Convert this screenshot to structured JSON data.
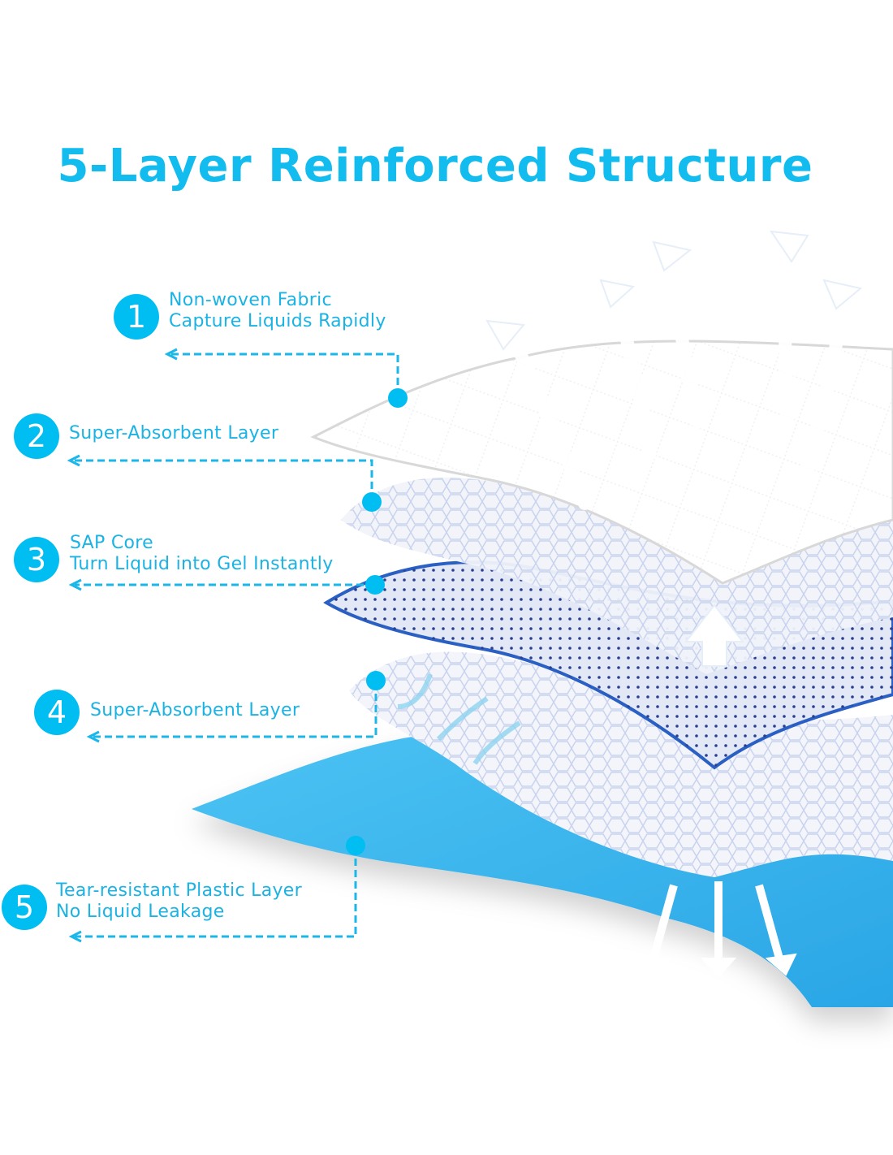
{
  "title": "5-Layer Reinforced Structure",
  "colors": {
    "accent": "#00bdf2",
    "text": "#1ab3e3",
    "plastic": "#3fb2ec",
    "mesh": "#2a5fc4"
  },
  "layers": [
    {
      "number": "1",
      "name": "Non-woven Fabric",
      "description": "Capture Liquids Rapidly"
    },
    {
      "number": "2",
      "name": "Super-Absorbent Layer",
      "description": ""
    },
    {
      "number": "3",
      "name": "SAP Core",
      "description": "Turn Liquid into Gel Instantly"
    },
    {
      "number": "4",
      "name": "Super-Absorbent Layer",
      "description": ""
    },
    {
      "number": "5",
      "name": "Tear-resistant Plastic Layer",
      "description": "No Liquid Leakage"
    }
  ]
}
